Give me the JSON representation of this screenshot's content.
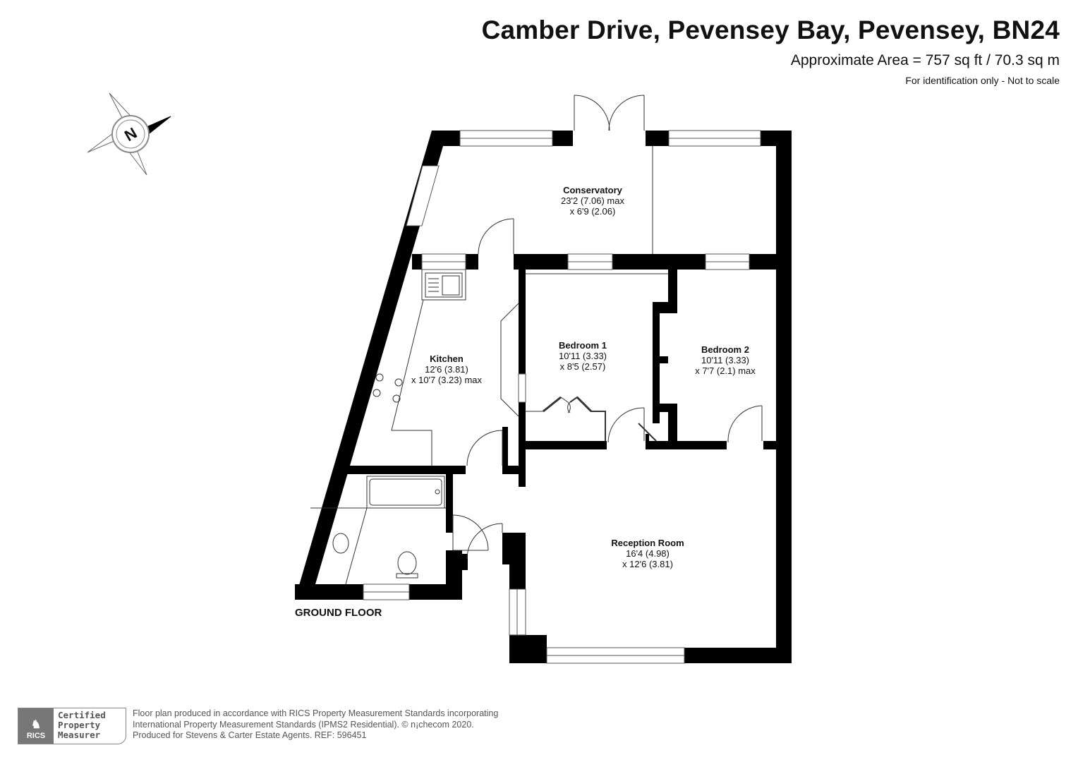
{
  "header": {
    "title": "Camber Drive, Pevensey Bay, Pevensey, BN24",
    "area": "Approximate Area = 757 sq ft / 70.3 sq m",
    "disclaimer": "For identification only - Not to scale"
  },
  "compass": {
    "label": "N",
    "icon": "north-compass-icon"
  },
  "floor_label": "GROUND FLOOR",
  "rooms": [
    {
      "name": "Conservatory",
      "dim1": "23'2 (7.06) max",
      "dim2": "x 6'9 (2.06)"
    },
    {
      "name": "Kitchen",
      "dim1": "12'6 (3.81)",
      "dim2": "x 10'7 (3.23) max"
    },
    {
      "name": "Bedroom 1",
      "dim1": "10'11 (3.33)",
      "dim2": "x 8'5 (2.57)"
    },
    {
      "name": "Bedroom 2",
      "dim1": "10'11 (3.33)",
      "dim2": "x 7'7 (2.1) max"
    },
    {
      "name": "Reception Room",
      "dim1": "16'4 (4.98)",
      "dim2": "x 12'6 (3.81)"
    }
  ],
  "footer": {
    "badge_logo": "RICS",
    "badge_lines": [
      "Certified",
      "Property",
      "Measurer"
    ],
    "lines": [
      "Floor plan produced in accordance with RICS Property Measurement Standards incorporating",
      "International Property Measurement Standards (IPMS2 Residential).   © n¡checom 2020.",
      "Produced for Stevens & Carter Estate Agents.   REF:  596451"
    ]
  }
}
